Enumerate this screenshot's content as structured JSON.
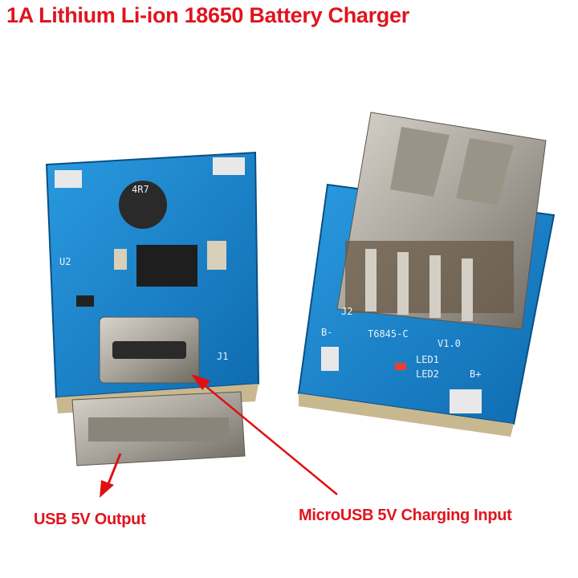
{
  "title": "1A  Lithium Li-ion 18650 Battery Charger",
  "labels": {
    "usb_output": "USB 5V Output",
    "microusb_input": "MicroUSB 5V Charging Input"
  },
  "board_markings": {
    "inductor": "4R7",
    "chip": "T6845-C",
    "version": "V1.0",
    "led1": "LED1",
    "led2": "LED2",
    "b_minus": "B-",
    "b_plus": "B+",
    "u2": "U2",
    "j1": "J1",
    "j2": "J2"
  },
  "colors": {
    "text_red": "#e0141e",
    "pcb_blue": "#1a7fc8",
    "arrow_red": "#e01010"
  }
}
